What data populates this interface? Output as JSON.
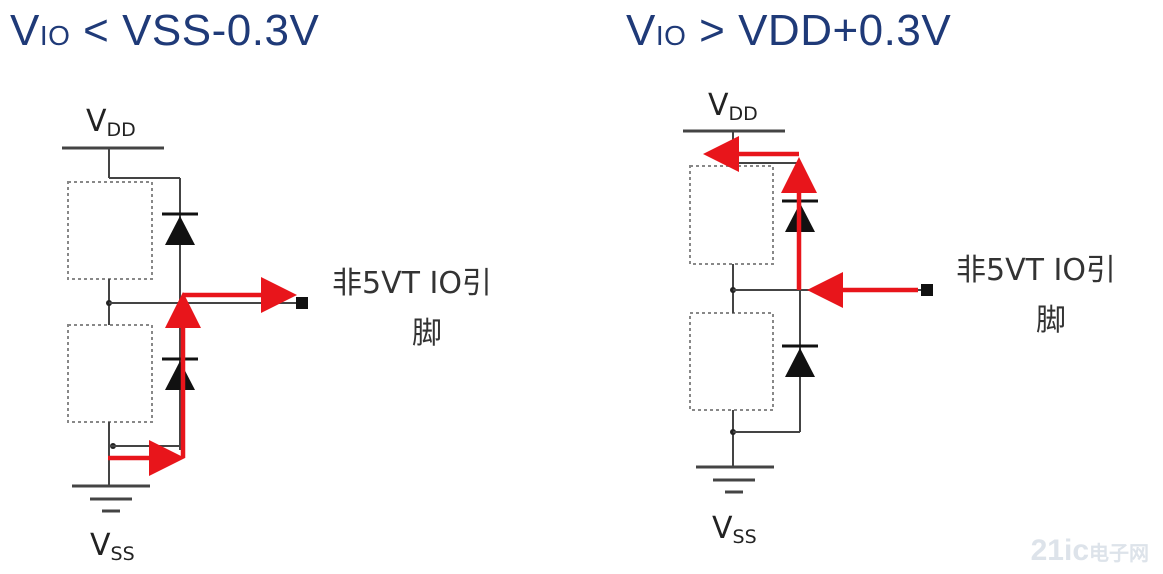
{
  "left_panel": {
    "title_v": "V",
    "title_sub": "IO",
    "title_rest": "< VSS-0.3V",
    "vdd_main": "V",
    "vdd_sub": "DD",
    "vss_main": "V",
    "vss_sub": "SS",
    "pin_line1": "非5VT IO引",
    "pin_line2": "脚"
  },
  "right_panel": {
    "title_v": "V",
    "title_sub": "IO",
    "title_rest": "> VDD+0.3V",
    "vdd_main": "V",
    "vdd_sub": "DD",
    "vss_main": "V",
    "vss_sub": "SS",
    "pin_line1": "非5VT IO引",
    "pin_line2": "脚"
  },
  "watermark": {
    "brand": "21ic",
    "site": "电子网"
  },
  "colors": {
    "title": "#1f3a78",
    "current_path": "#e8151b",
    "wire": "#444444",
    "diode": "#111111"
  }
}
